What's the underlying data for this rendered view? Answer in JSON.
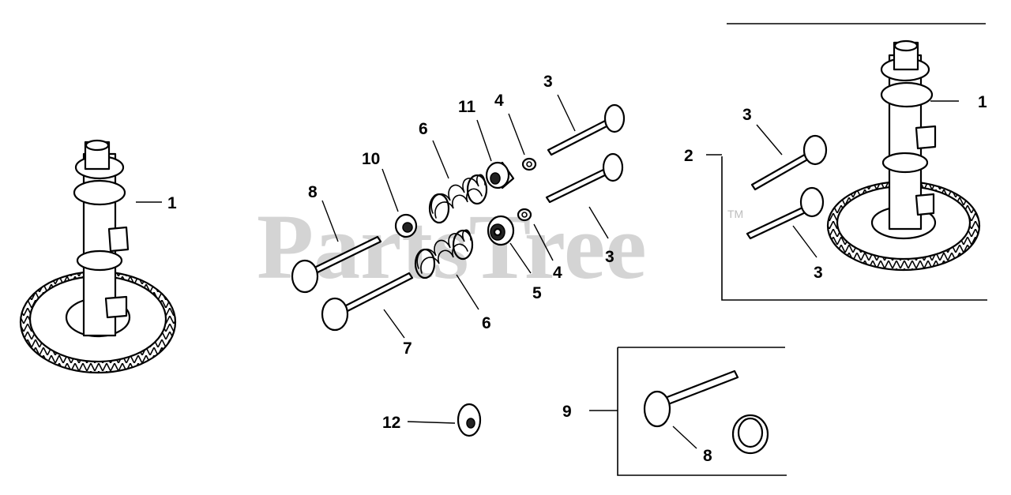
{
  "watermark": {
    "text": "PartsTree",
    "trademark": "TM"
  },
  "callouts": {
    "c1_left": "1",
    "c1_right": "1",
    "c2": "2",
    "c3_a": "3",
    "c3_b": "3",
    "c3_c": "3",
    "c3_d": "3",
    "c4_a": "4",
    "c4_b": "4",
    "c5": "5",
    "c6_a": "6",
    "c6_b": "6",
    "c7": "7",
    "c8_a": "8",
    "c8_b": "8",
    "c9": "9",
    "c10": "10",
    "c11": "11",
    "c12": "12"
  }
}
